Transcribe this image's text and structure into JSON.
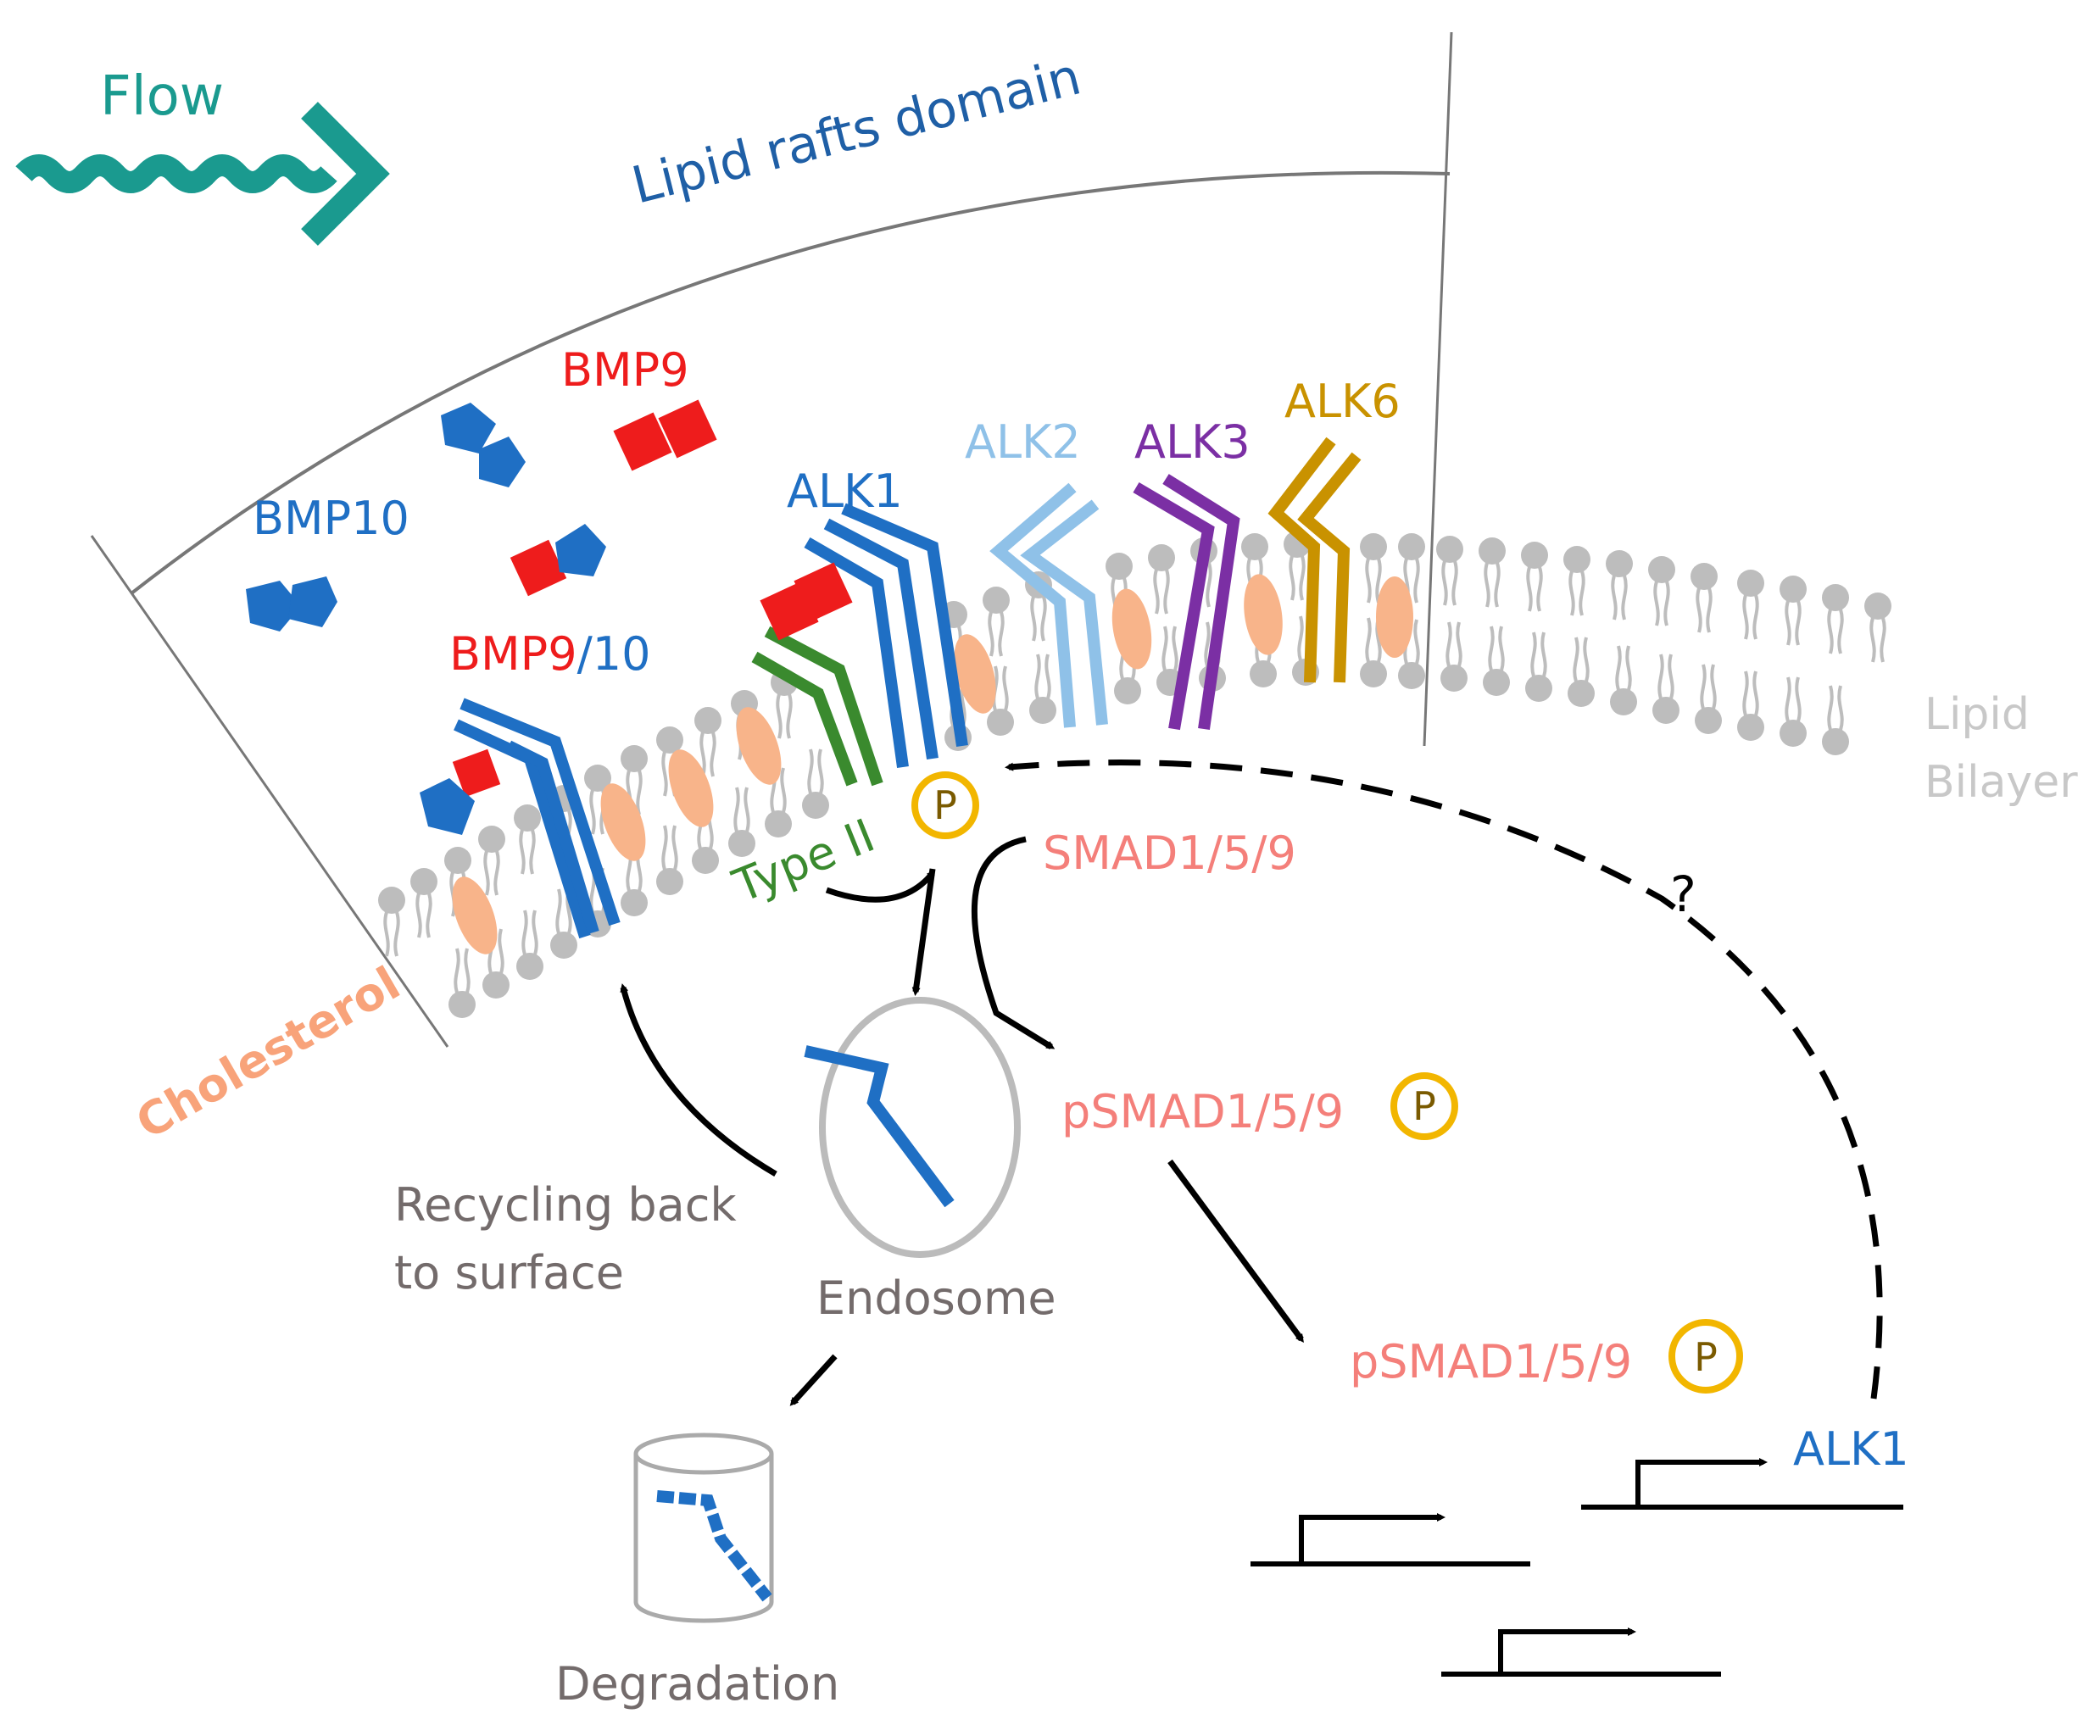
{
  "labels": {
    "flow": "Flow",
    "lipid_rafts": "Lipid rafts domain",
    "bmp9": "BMP9",
    "bmp10": "BMP10",
    "bmp9_10_red": "BMP9",
    "bmp9_10_blue": "/10",
    "alk1_top": "ALK1",
    "alk2": "ALK2",
    "alk3": "ALK3",
    "alk6": "ALK6",
    "lipid_bilayer_1": "Lipid",
    "lipid_bilayer_2": "Bilayer",
    "type2": "Type II",
    "smad": "SMAD1/5/9",
    "psmad_1": "pSMAD1/5/9",
    "psmad_2": "pSMAD1/5/9",
    "phospho": "P",
    "question": "?",
    "cholesterol": "Cholesterol",
    "recycling_1": "Recycling back",
    "recycling_2": "to surface",
    "endosome": "Endosome",
    "degradation": "Degradation",
    "alk1_gene": "ALK1"
  },
  "colors": {
    "flow": "#1a9a8f",
    "rafts": "#1f5fa6",
    "bmp9": "#ee1c1c",
    "bmp10": "#1f6fc4",
    "alk1": "#1f6fc4",
    "alk2": "#8fc1e8",
    "alk3": "#7b2fa4",
    "alk6": "#c99200",
    "type2": "#3a8a2e",
    "smad": "#f47f7a",
    "phospho_ring": "#f2b600",
    "phospho_text": "#7a5a00",
    "lipid": "#bdbdbd",
    "cholesterol": "#f8b48a",
    "cholesterol_text": "#f8a37a",
    "gray_text": "#736b6b",
    "bilayer_text": "#c8c8c8"
  }
}
